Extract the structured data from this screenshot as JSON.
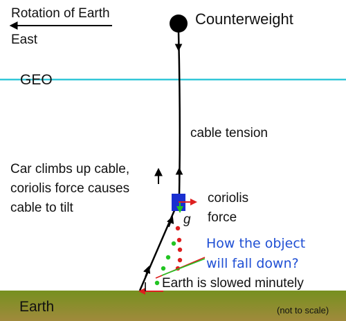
{
  "labels": {
    "rotation_line1": "Rotation of Earth",
    "rotation_line2": "East",
    "counterweight": "Counterweight",
    "geo": "GEO",
    "cable_tension": "cable tension",
    "car_line1": "Car climbs up cable,",
    "car_line2": "coriolis force causes",
    "car_line3": "cable to tilt",
    "coriolis_line1": "coriolis",
    "coriolis_line2": "force",
    "gravity": "g",
    "question_line1": "How the object",
    "question_line2": "will fall down?",
    "earth_slowed": "Earth is slowed minutely",
    "earth": "Earth",
    "not_to_scale": "(not to scale)"
  },
  "colors": {
    "geo_line": "#33c7d8",
    "ground_top": "#7a8f22",
    "ground_bottom": "#9d8a3a",
    "climber": "#1a2fd0",
    "force_red": "#dd1f1f",
    "force_green": "#22c422",
    "question_text": "#1f4fd4",
    "cable": "#000000"
  }
}
